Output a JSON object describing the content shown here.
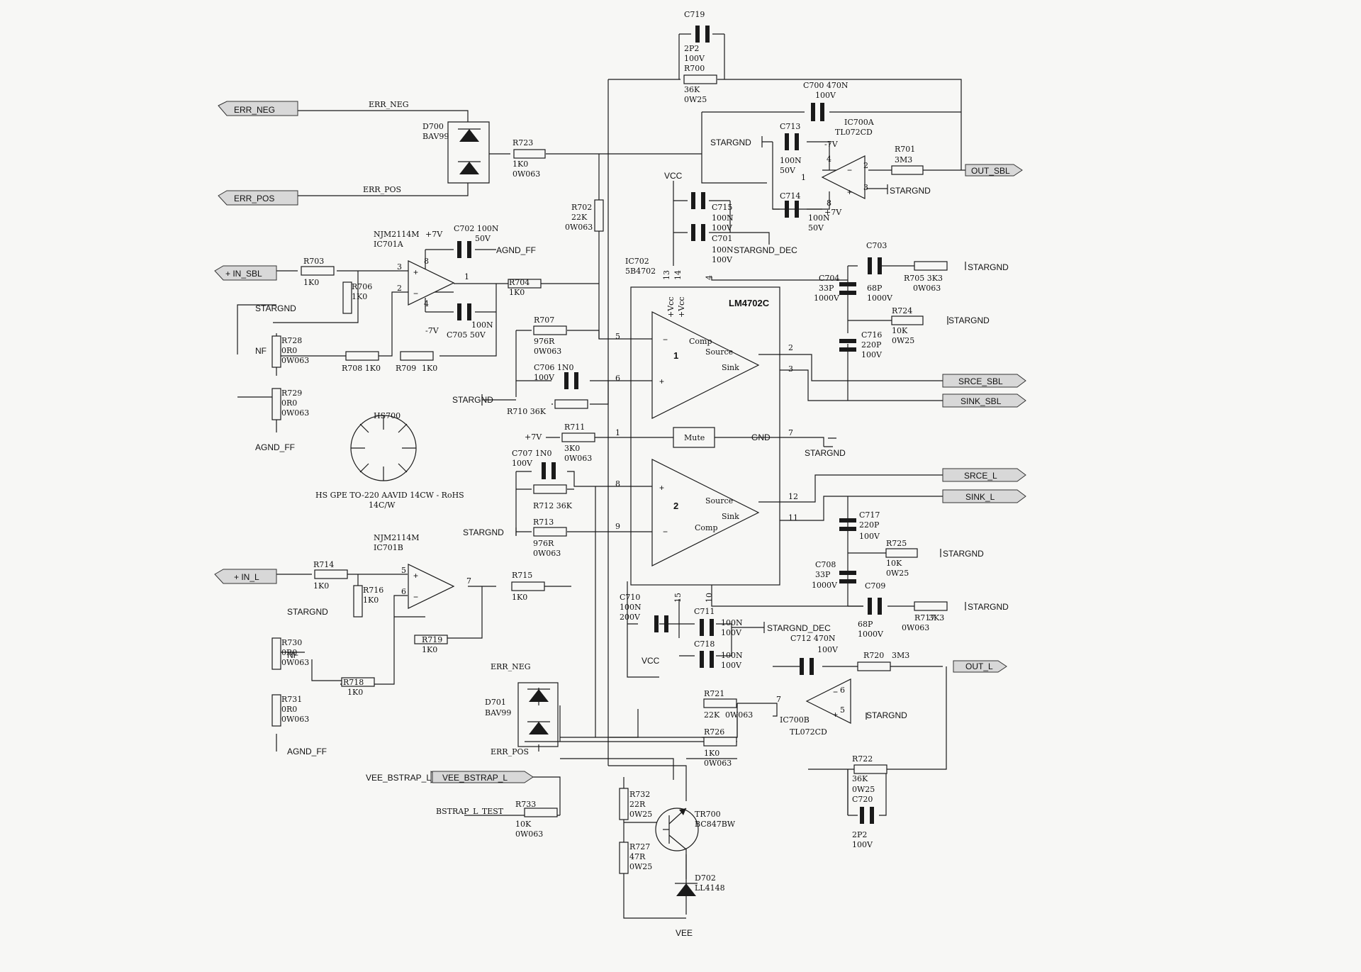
{
  "ic": {
    "main_ref": "IC702",
    "main_part": "5B4702",
    "main_name": "LM4702C",
    "amp1": "1",
    "amp2": "2",
    "comp": "Comp",
    "source": "Source",
    "sink": "Sink",
    "vcc1": "+Vcc",
    "vcc2": "+Vcc",
    "mute": "Mute",
    "gnd": "GND",
    "p1": "1",
    "p2": "2",
    "p3": "3",
    "p4": "4",
    "p5": "5",
    "p6": "6",
    "p7": "7",
    "p8": "8",
    "p9": "9",
    "p10": "10",
    "p11": "11",
    "p12": "12",
    "p13": "13",
    "p14": "14",
    "p15": "15"
  },
  "ports": {
    "err_neg": "ERR_NEG",
    "err_pos": "ERR_POS",
    "in_sbl": "+ IN_SBL",
    "in_l": "+ IN_L",
    "out_sbl": "OUT_SBL",
    "srce_sbl": "SRCE_SBL",
    "sink_sbl": "SINK_SBL",
    "srce_l": "SRCE_L",
    "sink_l": "SINK_L",
    "out_l": "OUT_L",
    "vee_bstrap": "VEE_BSTRAP_L"
  },
  "nets": {
    "err_neg": "ERR_NEG",
    "err_pos": "ERR_POS",
    "err_neg2": "ERR_NEG",
    "err_pos2": "ERR_POS",
    "stargnd": "STARGND",
    "agnd_ff": "AGND_FF",
    "stargnd_dec": "STARGND_DEC",
    "vcc": "VCC",
    "vee": "VEE",
    "p7v": "+7V",
    "m7v": "-7V",
    "bstrap_test": "BSTRAP_L_TEST",
    "nf": "NF"
  },
  "parts": {
    "c719": [
      "C719",
      "2P2",
      "100V"
    ],
    "r700": [
      "R700",
      "36K",
      "0W25"
    ],
    "c700": [
      "C700 470N",
      "100V"
    ],
    "ic700a": [
      "IC700A",
      "TL072CD"
    ],
    "c713": [
      "C713",
      "100N",
      "50V"
    ],
    "c714": [
      "C714",
      "100N",
      "50V"
    ],
    "r701": [
      "R701",
      "3M3"
    ],
    "d700": [
      "D700",
      "BAV99"
    ],
    "r723": [
      "R723",
      "1K0",
      "0W063"
    ],
    "r702": [
      "R702",
      "22K",
      "0W063"
    ],
    "c715": [
      "C715",
      "100N",
      "100V"
    ],
    "c701": [
      "C701",
      "100N",
      "100V"
    ],
    "ic701a": [
      "NJM2114M",
      "IC701A"
    ],
    "c702": [
      "C702 100N",
      "50V"
    ],
    "c705": [
      "100N",
      "C705 50V"
    ],
    "r703": [
      "R703",
      "1K0"
    ],
    "r706": [
      "R706",
      "1K0"
    ],
    "r704": [
      "R704",
      "1K0"
    ],
    "r707": [
      "R707",
      "976R",
      "0W063"
    ],
    "c706": [
      "C706 1N0",
      "100V"
    ],
    "r710": [
      "R710 36K"
    ],
    "r728": [
      "R728",
      "0R0",
      "0W063"
    ],
    "r708": [
      "R708 1K0"
    ],
    "r709": [
      "R709",
      "1K0"
    ],
    "r729": [
      "R729",
      "0R0",
      "0W063"
    ],
    "hs700": [
      "HS700",
      "HS GPE TO-220 AAVID 14CW - RoHS",
      "14C/W"
    ],
    "c703": [
      "C703"
    ],
    "c704": [
      "C704",
      "33P",
      "1000V"
    ],
    "c704b": [
      "68P",
      "1000V"
    ],
    "r705": [
      "R705 3K3",
      "0W063"
    ],
    "r724": [
      "R724",
      "10K",
      "0W25"
    ],
    "c716": [
      "C716",
      "220P",
      "100V"
    ],
    "r711": [
      "R711",
      "3K0",
      "0W063"
    ],
    "c707": [
      "C707 1N0",
      "100V"
    ],
    "r712": [
      "R712 36K"
    ],
    "r713": [
      "R713",
      "976R",
      "0W063"
    ],
    "ic701b": [
      "NJM2114M",
      "IC701B"
    ],
    "r714": [
      "R714",
      "1K0"
    ],
    "r716": [
      "R716",
      "1K0"
    ],
    "r715": [
      "R715",
      "1K0"
    ],
    "r719": [
      "R719",
      "1K0"
    ],
    "r730": [
      "R730",
      "0R0",
      "0W063"
    ],
    "r718": [
      "R718",
      "1K0"
    ],
    "r731": [
      "R731",
      "0R0",
      "0W063"
    ],
    "c717": [
      "C717",
      "220P",
      "100V"
    ],
    "r725": [
      "R725",
      "10K",
      "0W25"
    ],
    "c708": [
      "C708",
      "33P",
      "1000V"
    ],
    "c709": [
      "C709",
      "68P",
      "1000V"
    ],
    "r717": [
      "R717",
      "3K3",
      "0W063"
    ],
    "c710": [
      "C710",
      "100N",
      "200V"
    ],
    "c711": [
      "C711",
      "100N",
      "100V"
    ],
    "c718": [
      "C718",
      "100N",
      "100V"
    ],
    "c712": [
      "C712 470N",
      "100V"
    ],
    "r720": [
      "R720",
      "3M3"
    ],
    "ic700b": [
      "IC700B",
      "TL072CD"
    ],
    "d701": [
      "D701",
      "BAV99"
    ],
    "r721": [
      "R721",
      "22K",
      "0W063"
    ],
    "r726": [
      "R726",
      "1K0",
      "0W063"
    ],
    "r722": [
      "R722",
      "36K",
      "0W25"
    ],
    "c720": [
      "C720",
      "2P2",
      "100V"
    ],
    "r733": [
      "R733",
      "10K",
      "0W063"
    ],
    "r732": [
      "R732",
      "22R",
      "0W25"
    ],
    "r727": [
      "R727",
      "47R",
      "0W25"
    ],
    "tr700": [
      "TR700",
      "BC847BW"
    ],
    "d702": [
      "D702",
      "LL4148"
    ]
  },
  "pins": {
    "a701_3": "3",
    "a701_2": "2",
    "a701_1": "1",
    "a701_8": "8",
    "a701_4": "4",
    "b701_5": "5",
    "b701_6": "6",
    "b701_7": "7",
    "a700_2": "2",
    "a700_3": "3",
    "a700_1": "1",
    "a700_4": "4",
    "a700_8": "8",
    "b700_6": "6",
    "b700_5": "5",
    "b700_7": "7"
  }
}
